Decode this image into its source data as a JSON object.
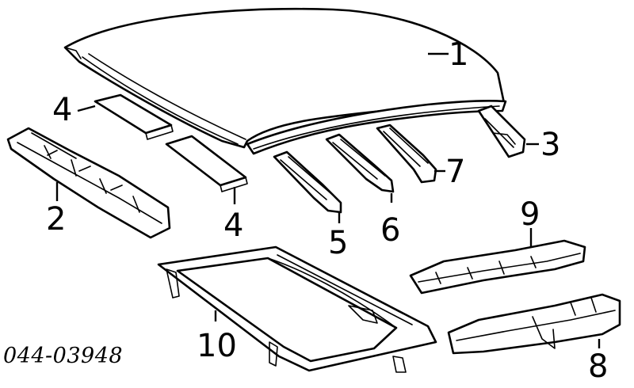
{
  "diagram": {
    "reference_code": "044-03948",
    "callouts": {
      "c1": "1",
      "c2": "2",
      "c3": "3",
      "c4a": "4",
      "c4b": "4",
      "c5": "5",
      "c6": "6",
      "c7": "7",
      "c8": "8",
      "c9": "9",
      "c10": "10"
    }
  }
}
